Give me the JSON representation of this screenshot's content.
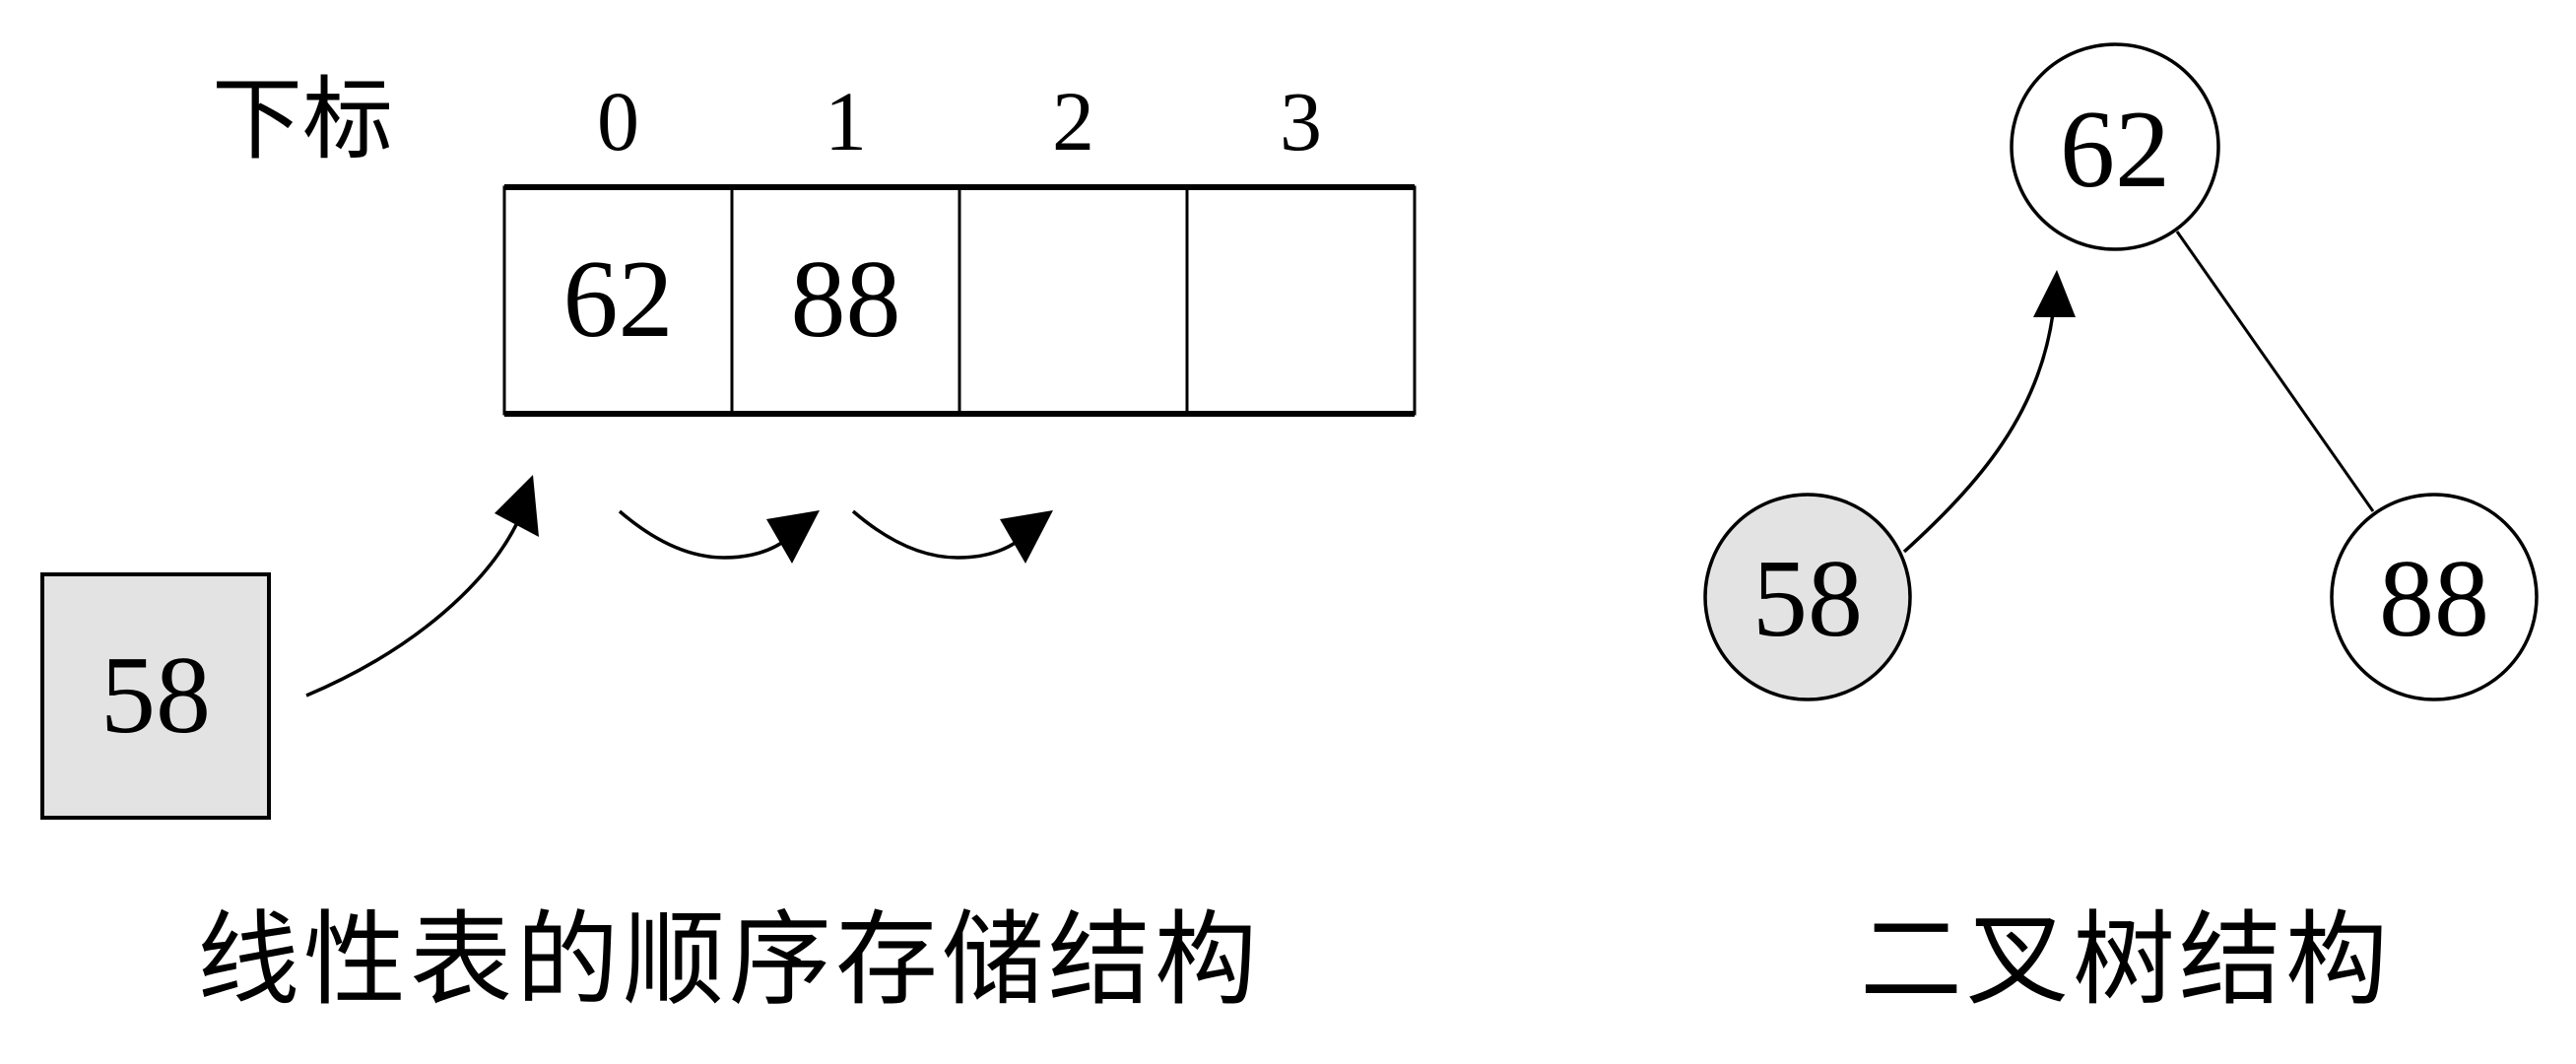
{
  "linear_list": {
    "index_label": "下标",
    "indices": [
      "0",
      "1",
      "2",
      "3"
    ],
    "cells": [
      "62",
      "88",
      "",
      ""
    ],
    "new_element": "58",
    "caption": "线性表的顺序存储结构"
  },
  "binary_tree": {
    "root": "62",
    "left_child": "58",
    "right_child": "88",
    "caption": "二叉树结构"
  },
  "colors": {
    "line": "#000000",
    "highlight_fill": "#e3e3e3",
    "background": "#ffffff"
  }
}
